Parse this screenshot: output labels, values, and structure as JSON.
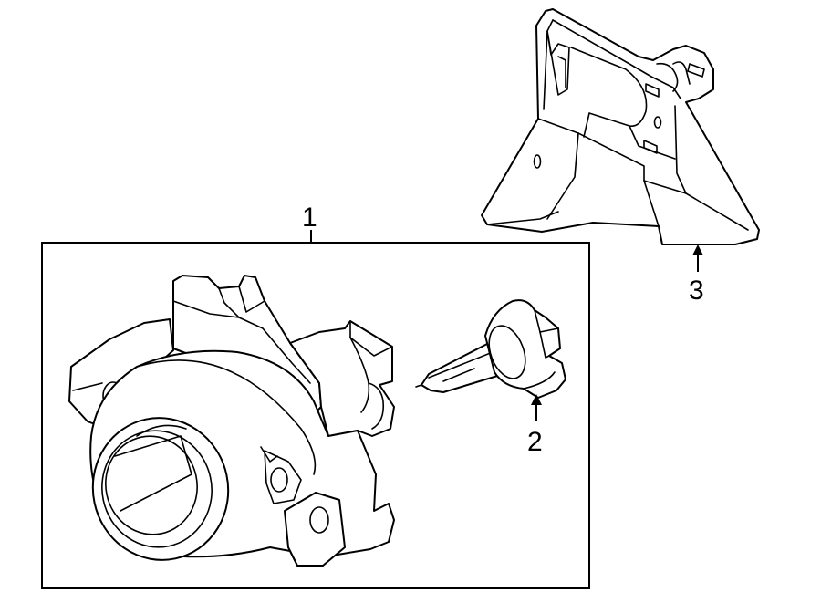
{
  "callouts": {
    "part1": "1",
    "part2": "2",
    "part3": "3"
  },
  "colors": {
    "line": "#000000",
    "background": "#ffffff"
  }
}
